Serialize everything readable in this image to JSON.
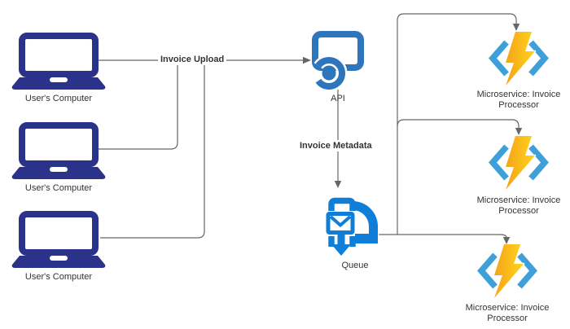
{
  "diagram": {
    "nodes": {
      "computers": [
        {
          "label": "User's Computer"
        },
        {
          "label": "User's Computer"
        },
        {
          "label": "User's Computer"
        }
      ],
      "api": {
        "label": "API"
      },
      "queue": {
        "label": "Queue"
      },
      "microservices": [
        {
          "label_line1": "Microservice: Invoice",
          "label_line2": "Processor"
        },
        {
          "label_line1": "Microservice: Invoice",
          "label_line2": "Processor"
        },
        {
          "label_line1": "Microservice: Invoice",
          "label_line2": "Processor"
        }
      ]
    },
    "edge_labels": {
      "invoice_upload": "Invoice Upload",
      "invoice_metadata": "Invoice Metadata"
    },
    "icons": {
      "computer": "laptop-icon",
      "api": "api-app-icon",
      "queue": "service-bus-queue-icon",
      "microservice": "azure-functions-icon"
    }
  },
  "colors": {
    "laptop": "#2B3289",
    "api_blue": "#2E76BC",
    "queue_blue": "#0F7ED8",
    "bracket_blue": "#3FA0D9",
    "bolt_start": "#F5A31C",
    "bolt_end": "#FFD41A",
    "connector": "#666666",
    "text": "#333333",
    "background": "#FFFFFF"
  }
}
